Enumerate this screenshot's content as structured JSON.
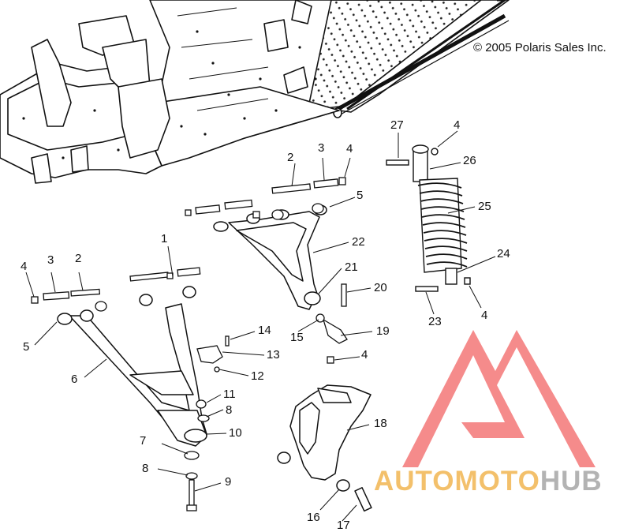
{
  "copyright": "© 2005 Polaris Sales Inc.",
  "watermark": {
    "part1": "AUTOMOTO",
    "part2": "HUB",
    "color1": "#f3c06b",
    "color2": "#b3b3b3",
    "logo_color": "#ef4a4a"
  },
  "callouts": [
    {
      "id": "c1",
      "text": "1"
    },
    {
      "id": "c2a",
      "text": "2"
    },
    {
      "id": "c2b",
      "text": "2"
    },
    {
      "id": "c3a",
      "text": "3"
    },
    {
      "id": "c3b",
      "text": "3"
    },
    {
      "id": "c4a",
      "text": "4"
    },
    {
      "id": "c4b",
      "text": "4"
    },
    {
      "id": "c4c",
      "text": "4"
    },
    {
      "id": "c4d",
      "text": "4"
    },
    {
      "id": "c4e",
      "text": "4"
    },
    {
      "id": "c5a",
      "text": "5"
    },
    {
      "id": "c5b",
      "text": "5"
    },
    {
      "id": "c6",
      "text": "6"
    },
    {
      "id": "c7",
      "text": "7"
    },
    {
      "id": "c8a",
      "text": "8"
    },
    {
      "id": "c8b",
      "text": "8"
    },
    {
      "id": "c9",
      "text": "9"
    },
    {
      "id": "c10",
      "text": "10"
    },
    {
      "id": "c11",
      "text": "11"
    },
    {
      "id": "c12",
      "text": "12"
    },
    {
      "id": "c13",
      "text": "13"
    },
    {
      "id": "c14",
      "text": "14"
    },
    {
      "id": "c15",
      "text": "15"
    },
    {
      "id": "c16",
      "text": "16"
    },
    {
      "id": "c17",
      "text": "17"
    },
    {
      "id": "c18",
      "text": "18"
    },
    {
      "id": "c19",
      "text": "19"
    },
    {
      "id": "c20",
      "text": "20"
    },
    {
      "id": "c21",
      "text": "21"
    },
    {
      "id": "c22",
      "text": "22"
    },
    {
      "id": "c23",
      "text": "23"
    },
    {
      "id": "c24",
      "text": "24"
    },
    {
      "id": "c25",
      "text": "25"
    },
    {
      "id": "c26",
      "text": "26"
    },
    {
      "id": "c27",
      "text": "27"
    }
  ]
}
